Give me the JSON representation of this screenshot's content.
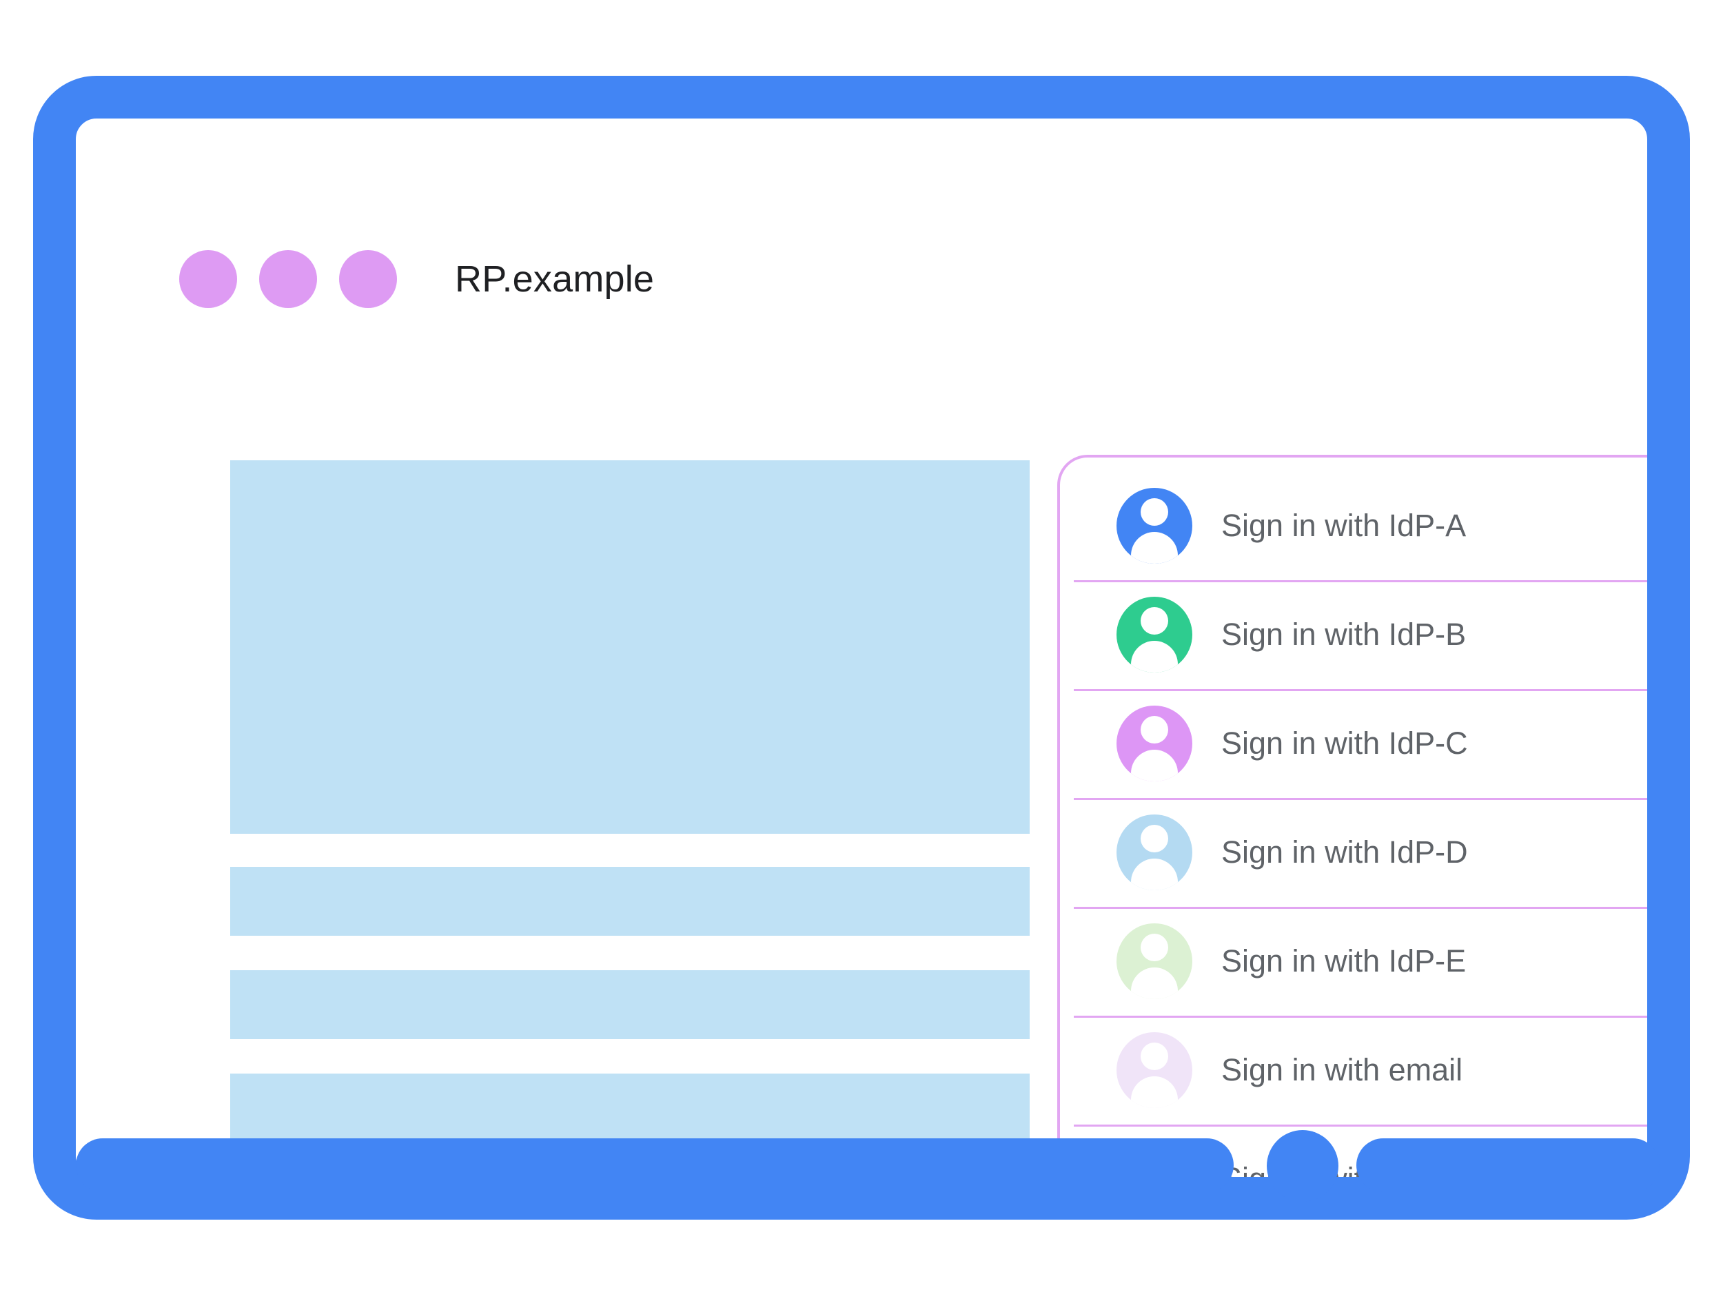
{
  "window": {
    "title": "RP.example",
    "title_dots": [
      "window-dot-1",
      "window-dot-2",
      "window-dot-3"
    ],
    "frame_color": "#4285F4",
    "dot_color": "#DE9BF3"
  },
  "content": {
    "placeholder_color": "#BFE1F5",
    "blocks": [
      {
        "name": "hero-placeholder"
      },
      {
        "name": "row-placeholder-1"
      },
      {
        "name": "row-placeholder-2"
      },
      {
        "name": "row-placeholder-3"
      },
      {
        "name": "row-placeholder-4"
      }
    ]
  },
  "account_chooser": {
    "border_color": "#E2A6F2",
    "divider_color": "#E2A6F2",
    "text_color": "#5F6368",
    "items": [
      {
        "label": "Sign in with IdP-A",
        "icon": "account-avatar-icon",
        "avatar_color": "#4285F4"
      },
      {
        "label": "Sign in with IdP-B",
        "icon": "account-avatar-icon",
        "avatar_color": "#2ECC8F"
      },
      {
        "label": "Sign in with IdP-C",
        "icon": "account-avatar-icon",
        "avatar_color": "#DD96F5"
      },
      {
        "label": "Sign in with IdP-D",
        "icon": "account-avatar-icon",
        "avatar_color": "#B4DAF2"
      },
      {
        "label": "Sign in with IdP-E",
        "icon": "account-avatar-icon",
        "avatar_color": "#DCF1D3"
      },
      {
        "label": "Sign in with email",
        "icon": "account-avatar-icon",
        "avatar_color": "#F0E4F8"
      },
      {
        "label": "Sign in with SMS",
        "icon": "account-avatar-icon",
        "avatar_color": "#3C7FF0"
      }
    ]
  },
  "device": {
    "chin_left": "chin-bar-left",
    "chin_right": "chin-bar-right",
    "home_button": "home-button"
  }
}
